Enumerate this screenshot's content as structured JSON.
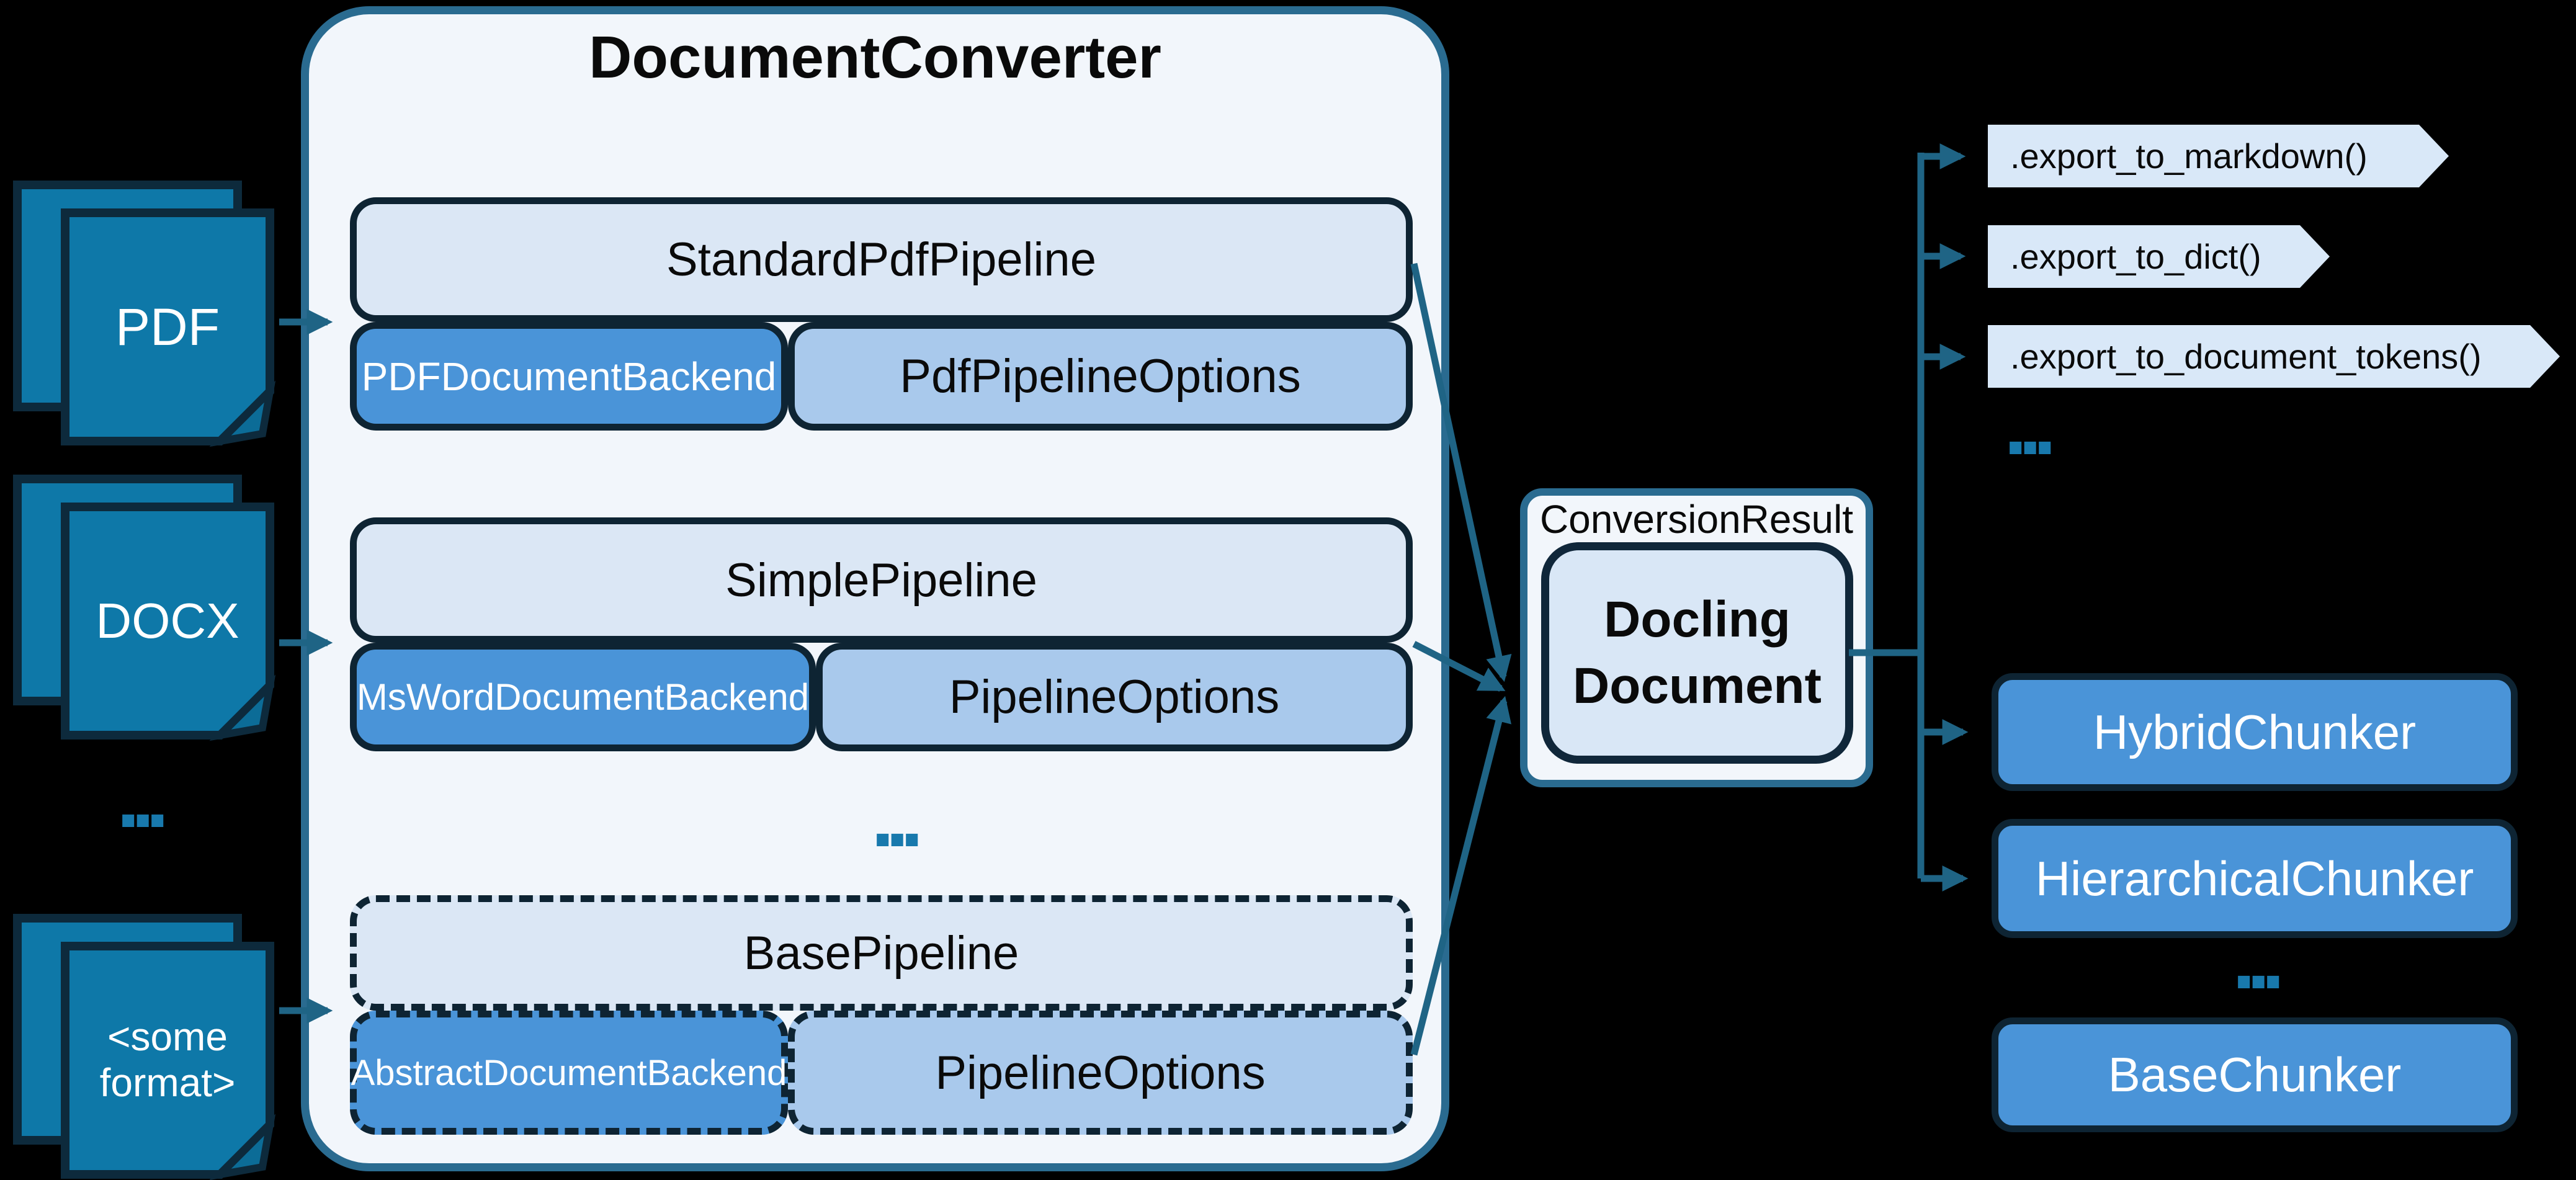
{
  "diagram": {
    "converter": {
      "title": "DocumentConverter"
    },
    "inputs": [
      {
        "label": "PDF"
      },
      {
        "label": "DOCX"
      },
      {
        "label": "<some format>"
      }
    ],
    "inputs_ellipsis": "...",
    "pipelines": [
      {
        "pipeline": "StandardPdfPipeline",
        "backend": "PDFDocumentBackend",
        "options": "PdfPipelineOptions"
      },
      {
        "pipeline": "SimplePipeline",
        "backend": "MsWordDocumentBackend",
        "options": "PipelineOptions"
      },
      {
        "pipeline": "BasePipeline",
        "backend": "AbstractDocumentBackend",
        "options": "PipelineOptions"
      }
    ],
    "pipelines_ellipsis": "...",
    "result": {
      "label": "ConversionResult",
      "document": "Docling Document"
    },
    "exports": [
      {
        "label": ".export_to_markdown()"
      },
      {
        "label": ".export_to_dict()"
      },
      {
        "label": ".export_to_document_tokens()"
      }
    ],
    "exports_ellipsis": "...",
    "chunkers": [
      {
        "label": "HybridChunker"
      },
      {
        "label": "HierarchicalChunker"
      },
      {
        "label": "BaseChunker"
      }
    ],
    "chunkers_ellipsis": "...",
    "colors": {
      "background": "#000000",
      "container_fill": "#f2f6fb",
      "container_border": "#2a6b90",
      "pipeline_fill": "#dbe7f5",
      "backend_fill": "#4a94d8",
      "options_fill": "#a9c9ec",
      "box_border": "#0e2433",
      "chevron_fill": "#d9e8f8",
      "chunker_fill": "#4a94d8",
      "document_icon_fill": "#0e78a8",
      "docling_fill": "#d9e7f6",
      "arrow": "#1f6485",
      "dots": "#1879ad"
    }
  }
}
